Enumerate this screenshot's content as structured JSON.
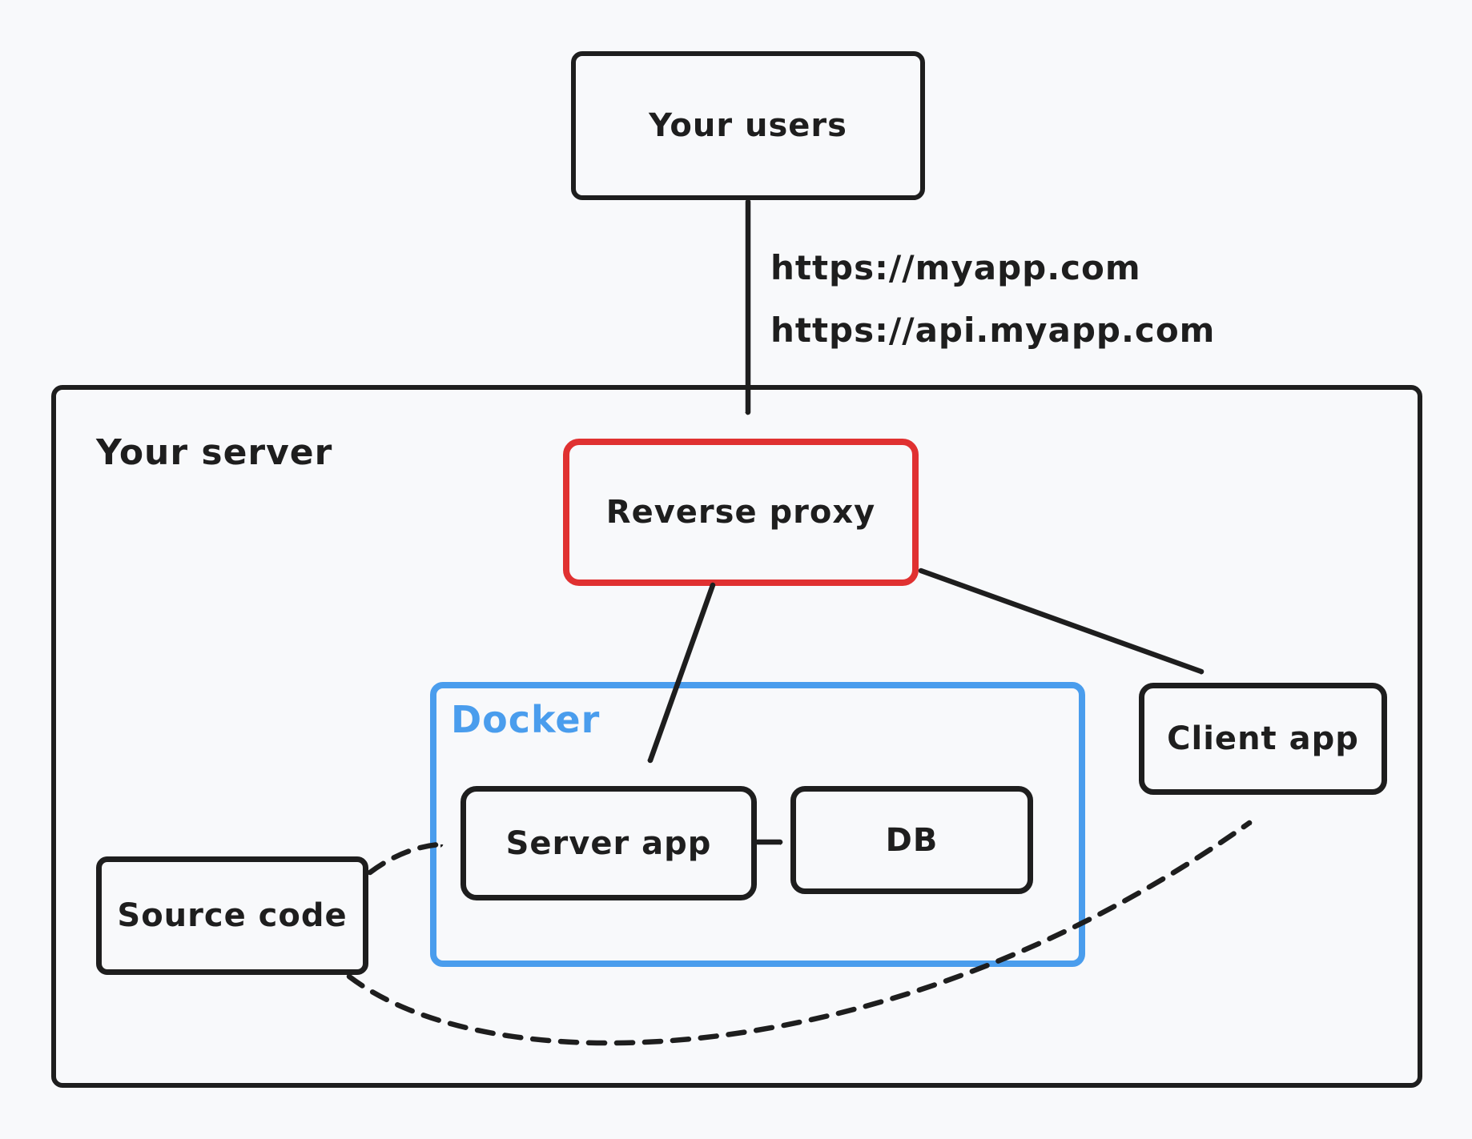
{
  "colors": {
    "ink": "#1e1e1e",
    "red": "#e03131",
    "blue": "#4a9ded",
    "bg": "#f8f9fb"
  },
  "nodes": {
    "your_users": {
      "label": "Your users"
    },
    "your_server": {
      "label": "Your server"
    },
    "reverse_proxy": {
      "label": "Reverse proxy"
    },
    "docker": {
      "label": "Docker"
    },
    "server_app": {
      "label": "Server app"
    },
    "db": {
      "label": "DB"
    },
    "client_app": {
      "label": "Client app"
    },
    "source_code": {
      "label": "Source code"
    }
  },
  "edge_labels": {
    "url_line_1": "https://myapp.com",
    "url_line_2": "https://api.myapp.com"
  },
  "edges": [
    {
      "from": "Your users",
      "to": "Reverse proxy",
      "style": "solid",
      "labels": [
        "https://myapp.com",
        "https://api.myapp.com"
      ]
    },
    {
      "from": "Reverse proxy",
      "to": "Server app",
      "style": "solid",
      "labels": []
    },
    {
      "from": "Reverse proxy",
      "to": "Client app",
      "style": "solid",
      "labels": []
    },
    {
      "from": "Server app",
      "to": "DB",
      "style": "solid",
      "labels": []
    },
    {
      "from": "Source code",
      "to": "Server app",
      "style": "dashed",
      "labels": []
    },
    {
      "from": "Source code",
      "to": "Client app",
      "style": "dashed",
      "labels": []
    }
  ]
}
